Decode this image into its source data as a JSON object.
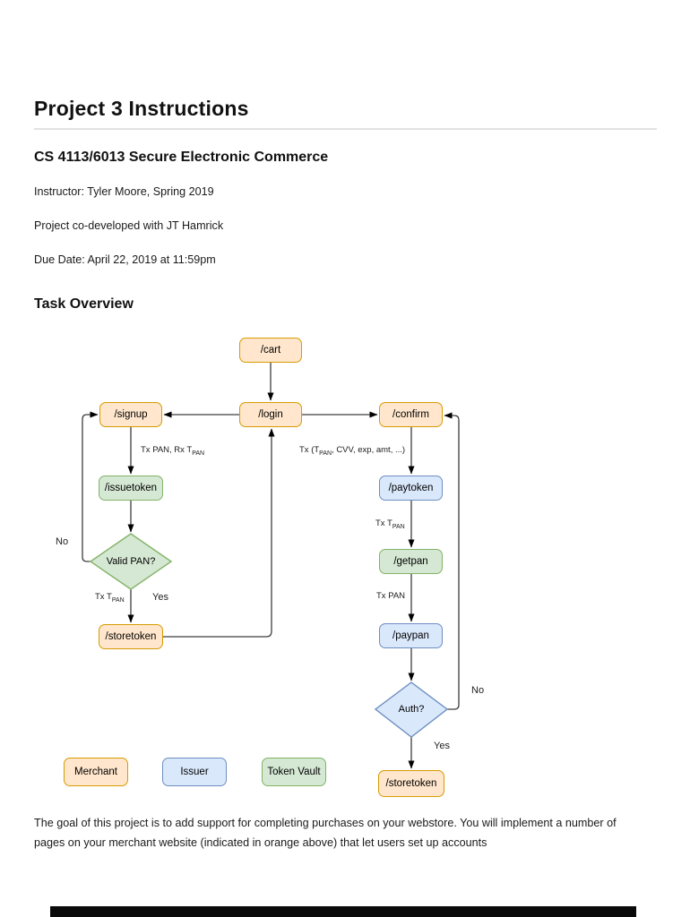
{
  "document": {
    "title": "Project 3 Instructions",
    "course_heading": "CS 4113/6013 Secure Electronic Commerce",
    "instructor_line": "Instructor: Tyler Moore, Spring 2019",
    "codeveloper_line": "Project co-developed with JT Hamrick",
    "due_date_line": "Due Date: April 22, 2019 at 11:59pm",
    "section_heading": "Task Overview",
    "body_paragraph": "The goal of this project is to add support for completing purchases on your webstore. You will implement a number of pages on your merchant website (indicated in orange above) that let users set up accounts"
  },
  "diagram": {
    "nodes": {
      "cart": {
        "label": "/cart",
        "role": "merchant"
      },
      "signup": {
        "label": "/signup",
        "role": "merchant"
      },
      "login": {
        "label": "/login",
        "role": "merchant"
      },
      "confirm": {
        "label": "/confirm",
        "role": "merchant"
      },
      "issuetoken": {
        "label": "/issuetoken",
        "role": "token-vault"
      },
      "paytoken": {
        "label": "/paytoken",
        "role": "issuer"
      },
      "valid_pan": {
        "label": "Valid PAN?",
        "role": "token-vault"
      },
      "getpan": {
        "label": "/getpan",
        "role": "token-vault"
      },
      "storetoken_left": {
        "label": "/storetoken",
        "role": "merchant"
      },
      "paypan": {
        "label": "/paypan",
        "role": "issuer"
      },
      "auth": {
        "label": "Auth?",
        "role": "issuer"
      },
      "storetoken_right": {
        "label": "/storetoken",
        "role": "merchant"
      }
    },
    "edge_labels": {
      "signup_issue": {
        "pre": "Tx PAN, Rx T",
        "sub": "PAN"
      },
      "confirm_pay": {
        "pre": "Tx (T",
        "sub": "PAN",
        "post": ", CVV, exp, amt, ...)"
      },
      "pay_getpan": {
        "pre": "Tx T",
        "sub": "PAN"
      },
      "getpan_paypan": {
        "pre": "Tx PAN"
      },
      "valid_tx": {
        "pre": "Tx T",
        "sub": "PAN"
      },
      "valid_no": "No",
      "valid_yes": "Yes",
      "auth_no": "No",
      "auth_yes": "Yes"
    },
    "legend": [
      {
        "label": "Merchant"
      },
      {
        "label": "Issuer"
      },
      {
        "label": "Token Vault"
      }
    ],
    "colors": {
      "merchant_fill": "#ffe6cc",
      "merchant_border": "#d79b00",
      "issuer_fill": "#dae8fc",
      "issuer_border": "#6c8ebf",
      "vault_fill": "#d5e8d4",
      "vault_border": "#82b366",
      "wire": "#3d3d3d"
    }
  }
}
